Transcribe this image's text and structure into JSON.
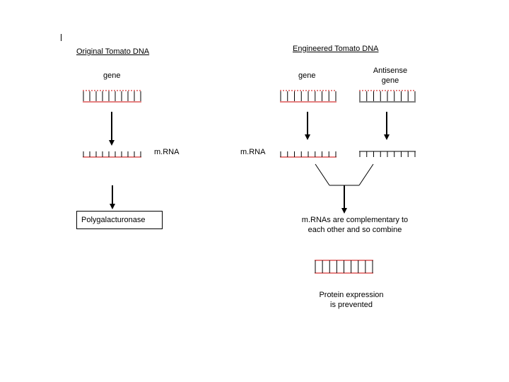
{
  "titles": {
    "original": "Original Tomato DNA",
    "engineered": "Engineered Tomato DNA"
  },
  "labels": {
    "gene_left": "gene",
    "gene_right": "gene",
    "antisense": [
      "Antisense",
      "gene"
    ],
    "mrna_left": "m.RNA",
    "mrna_right": "m.RNA",
    "enzyme": "Polygalacturonase",
    "complementary": [
      "m.RNAs are complementary to",
      "each other and so combine"
    ],
    "protein": [
      "Protein expression",
      "is prevented"
    ]
  },
  "colors": {
    "strand_red": "#cc0000",
    "line": "#000000"
  }
}
